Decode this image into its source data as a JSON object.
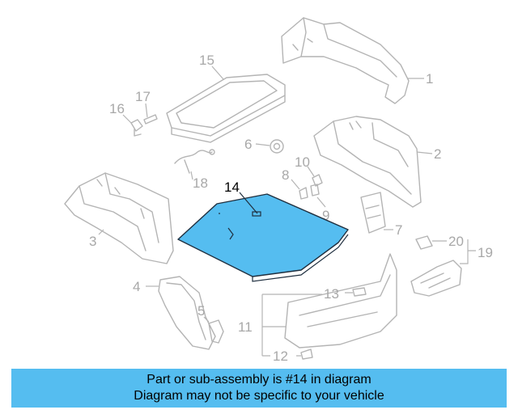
{
  "callouts": {
    "c1": "1",
    "c2": "2",
    "c3": "3",
    "c4": "4",
    "c5": "5",
    "c6": "6",
    "c7": "7",
    "c8": "8",
    "c9": "9",
    "c10": "10",
    "c11": "11",
    "c12": "12",
    "c13": "13",
    "c14": "14",
    "c15": "15",
    "c16": "16",
    "c17": "17",
    "c18": "18",
    "c19": "19",
    "c20": "20"
  },
  "highlighted_part": "14",
  "colors": {
    "highlight": "#55bdf0",
    "banner": "#55bdf0",
    "parts": "#b4b4b4"
  },
  "banner": {
    "line1": "Part or sub-assembly is #14 in diagram",
    "line2": "Diagram may not be specific to your vehicle"
  }
}
